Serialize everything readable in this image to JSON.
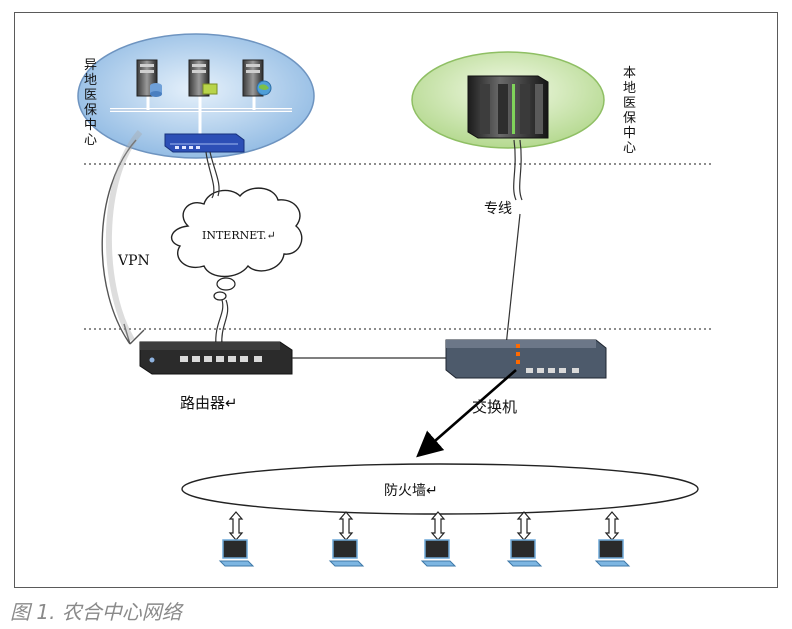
{
  "diagram": {
    "remote_center_label": "异地医保中心",
    "local_center_label": "本地医保中心",
    "internet_label": "INTERNET.↵",
    "vpn_label": "VPN",
    "dedicated_line_label": "专线",
    "router_label": "路由器↵",
    "switch_label": "交换机",
    "firewall_label": "防火墙↵",
    "remote_server_icons": [
      "server-database-icon",
      "server-certificate-icon",
      "server-globe-icon"
    ],
    "client_count": 5
  },
  "caption": "图 1. 农合中心网络"
}
